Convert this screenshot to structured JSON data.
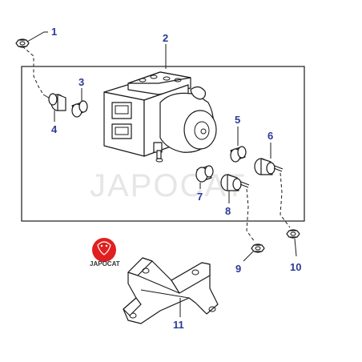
{
  "watermark": "JAPOCAT",
  "logo": {
    "text": "JAPOCAT",
    "color": "#e02020"
  },
  "callout_color": "#2b3a96",
  "callouts": [
    {
      "id": "1",
      "label": "1"
    },
    {
      "id": "2",
      "label": "2"
    },
    {
      "id": "3",
      "label": "3"
    },
    {
      "id": "4",
      "label": "4"
    },
    {
      "id": "5",
      "label": "5"
    },
    {
      "id": "6",
      "label": "6"
    },
    {
      "id": "7",
      "label": "7"
    },
    {
      "id": "8",
      "label": "8"
    },
    {
      "id": "9",
      "label": "9"
    },
    {
      "id": "10",
      "label": "10"
    },
    {
      "id": "11",
      "label": "11"
    }
  ]
}
